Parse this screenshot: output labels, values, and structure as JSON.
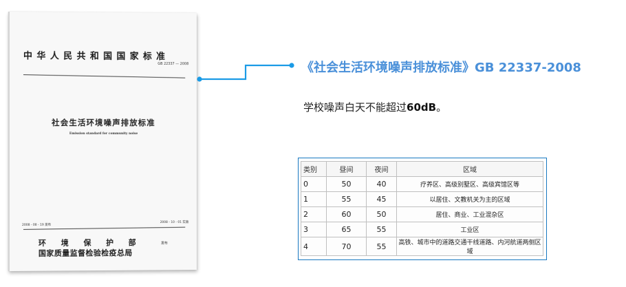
{
  "document_cover": {
    "header": "中华人民共和国国家标准",
    "code": "GB 22337 — 2008",
    "title_cn": "社会生活环境噪声排放标准",
    "title_en": "Emission standard for community noise",
    "issue_date": "2008 - 08 - 19 发布",
    "effective_date": "2008 - 10 - 01 实施",
    "publisher_1": "环境保护部",
    "publisher_mark": "发布",
    "publisher_2": "国家质量监督检验检疫总局"
  },
  "callout": {
    "title": "《社会生活环境噪声排放标准》GB 22337-2008",
    "description_prefix": "学校噪声白天不能超过",
    "description_value": "60dB",
    "description_suffix": "。",
    "accent_color": "#4a90d9",
    "connector_color": "#1a9be6"
  },
  "noise_table": {
    "headers": [
      "类别",
      "昼间",
      "夜间",
      "区域"
    ],
    "rows": [
      {
        "category": "0",
        "day": "50",
        "night": "40",
        "area": "疗养区、高级别墅区、高级宾馆区等"
      },
      {
        "category": "1",
        "day": "55",
        "night": "45",
        "area": "以居住、文教机关为主的区域"
      },
      {
        "category": "2",
        "day": "60",
        "night": "50",
        "area": "居住、商业、工业混杂区"
      },
      {
        "category": "3",
        "day": "65",
        "night": "55",
        "area": "工业区"
      },
      {
        "category": "4",
        "day": "70",
        "night": "55",
        "area": "高铁、城市中的道路交通干线道路、内河航道两侧区域"
      }
    ],
    "frame_color": "#1677c0"
  }
}
